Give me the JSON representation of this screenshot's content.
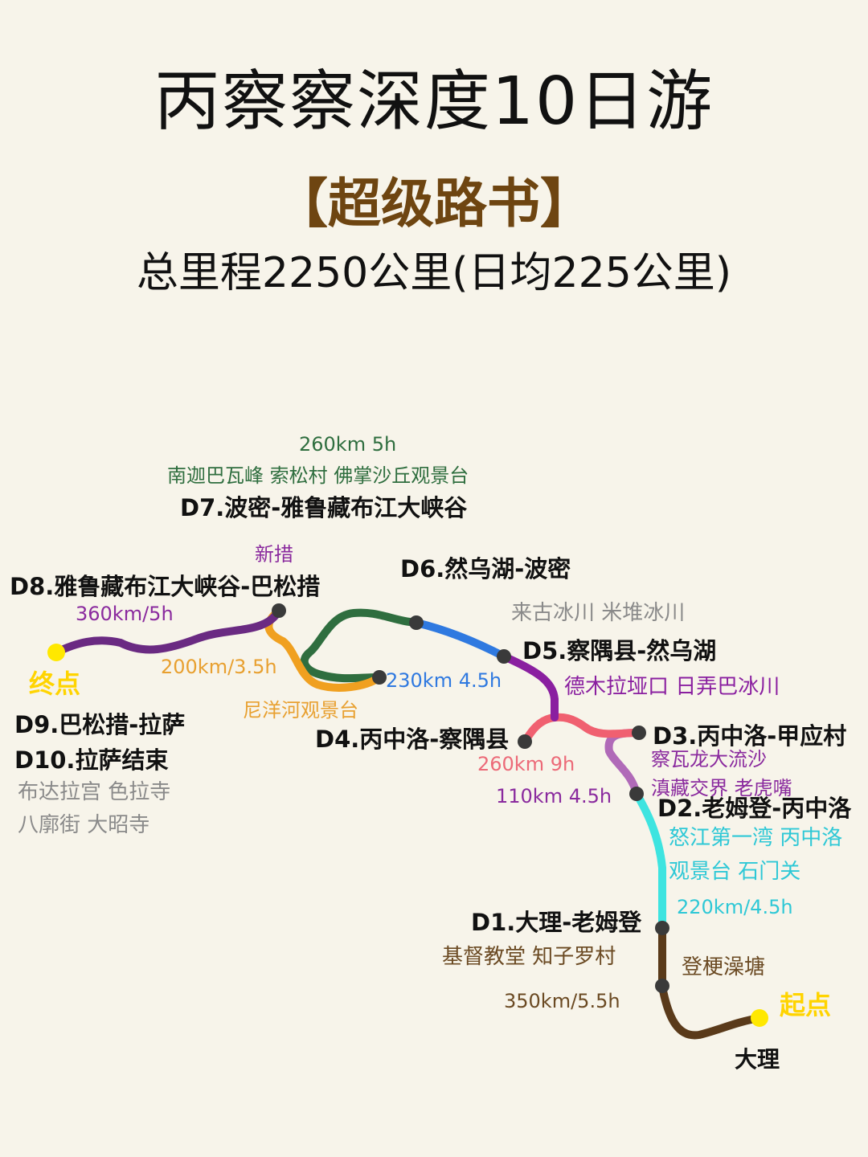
{
  "header": {
    "title": "丙察察深度10日游",
    "subtitle": "【超级路书】",
    "total_distance": "总里程2250公里(日均225公里)"
  },
  "colors": {
    "background": "#f7f4ea",
    "d1": "#5a3a1a",
    "d2": "#3ee4e0",
    "d3": "#b06ab8",
    "d4": "#f06070",
    "d5": "#8a1fa0",
    "d6": "#2f79e0",
    "d7": "#2f6e3f",
    "d8": "#f0a020",
    "d9": "#6a2a82",
    "station": "#3a3a3a",
    "endpoint": "#ffe800"
  },
  "endpoints": {
    "start": "起点",
    "end": "终点",
    "start_city": "大理"
  },
  "days": {
    "d1": {
      "title": "D1.大理-老姆登",
      "sights": "基督教堂 知子罗村",
      "via": "登梗澡塘",
      "distance": "350km/5.5h"
    },
    "d2": {
      "title": "D2.老姆登-丙中洛",
      "sights_line1": "怒江第一湾 丙中洛",
      "sights_line2": "观景台 石门关",
      "distance": "220km/4.5h"
    },
    "d3": {
      "title": "D3.丙中洛-甲应村",
      "sights_line1": "察瓦龙大流沙",
      "sights_line2": "滇藏交界 老虎嘴",
      "distance": "110km 4.5h"
    },
    "d4": {
      "title": "D4.丙中洛-察隅县",
      "distance": "260km 9h"
    },
    "d5": {
      "title": "D5.察隅县-然乌湖",
      "sights": "德木拉垭口 日弄巴冰川",
      "distance": "230km 4.5h"
    },
    "d6": {
      "title": "D6.然乌湖-波密",
      "sights": "来古冰川 米堆冰川"
    },
    "d7": {
      "title": "D7.波密-雅鲁藏布江大峡谷",
      "sights": "南迦巴瓦峰 索松村 佛掌沙丘观景台",
      "distance": "260km 5h"
    },
    "d8": {
      "title": "D8.雅鲁藏布江大峡谷-巴松措",
      "sights": "尼洋河观景台",
      "via": "新措",
      "distance": "200km/3.5h"
    },
    "d9": {
      "title": "D9.巴松措-拉萨",
      "distance": "360km/5h"
    },
    "d10": {
      "title": "D10.拉萨结束",
      "sights_line1": "布达拉宫 色拉寺",
      "sights_line2": "八廓街 大昭寺"
    }
  }
}
